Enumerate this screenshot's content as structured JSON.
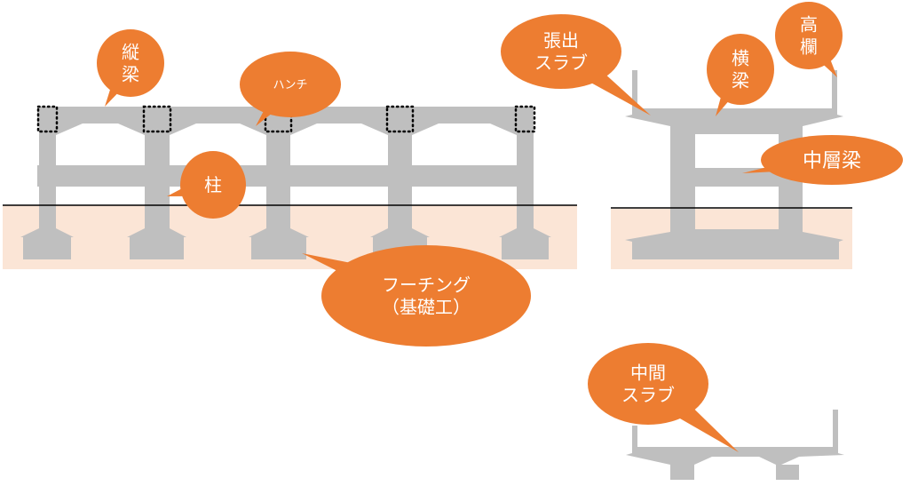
{
  "colors": {
    "structure": "#BFBFBF",
    "ground": "#FBE5D6",
    "callout": "#ED7D31",
    "callout_text": "#FFFFFF",
    "ground_line": "#000000"
  },
  "labels": {
    "longitudinal_beam": [
      "縦",
      "梁"
    ],
    "haunch": [
      "ハンチ"
    ],
    "column": [
      "柱"
    ],
    "footing": [
      "フーチング",
      "（基礎工）"
    ],
    "cantilever_slab": [
      "張出",
      "スラブ"
    ],
    "cross_beam": [
      "横",
      "梁"
    ],
    "parapet": [
      "高",
      "欄"
    ],
    "middle_beam": [
      "中層梁"
    ],
    "intermediate_slab": [
      "中間",
      "スラブ"
    ]
  }
}
